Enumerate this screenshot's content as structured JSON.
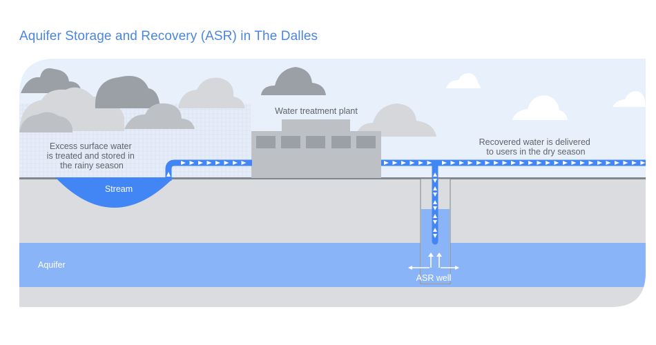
{
  "title": "Aquifer Storage and Recovery (ASR) in The Dalles",
  "labels": {
    "excess_water": [
      "Excess surface water",
      "is treated and stored in",
      "the rainy season"
    ],
    "treatment_plant": "Water treatment plant",
    "recovered_water": [
      "Recovered water is delivered",
      "to users in the dry season"
    ],
    "stream": "Stream",
    "aquifer": "Aquifer",
    "asr_well": "ASR well"
  },
  "colors": {
    "title": "#4a86e0",
    "sky": "#e8f0fc",
    "ground": "#dadce0",
    "ground_line": "#80868b",
    "aquifer": "#8ab4f8",
    "pipe": "#4285f4",
    "cloud_dark": "#9aa0a6",
    "cloud_mid": "#bdc1c6",
    "cloud_light": "#d5d7da",
    "building": "#bdc1c6",
    "building_window": "#9aa0a6"
  }
}
